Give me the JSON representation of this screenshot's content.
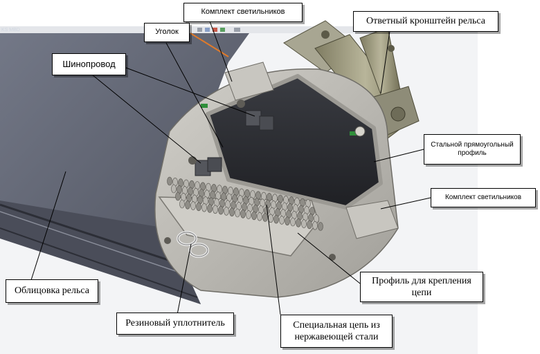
{
  "app_tag": "KS MBD",
  "labels": {
    "lamp_set_top": "Комплект светильников",
    "angle": "Уголок",
    "busbar": "Шинопровод",
    "counter_bracket": "Ответный кронштейн рельса",
    "steel_profile": "Стальной прямоугольный профиль",
    "lamp_set_right": "Комплект светильников",
    "rail_cladding": "Облицовка рельса",
    "chain_profile": "Профиль для крепления цепи",
    "rubber_seal": "Резиновый уплотнитель",
    "special_chain": "Специальная цепь из нержавеющей стали"
  },
  "colors": {
    "cladding": "#5e6270",
    "cladding_dark": "#3f434f",
    "metal": "#b6b4ae",
    "metal_dark": "#8d8b85",
    "interior": "#2a2b2f",
    "accent_orange": "#e07a2a",
    "accent_green": "#2f8f3a"
  }
}
